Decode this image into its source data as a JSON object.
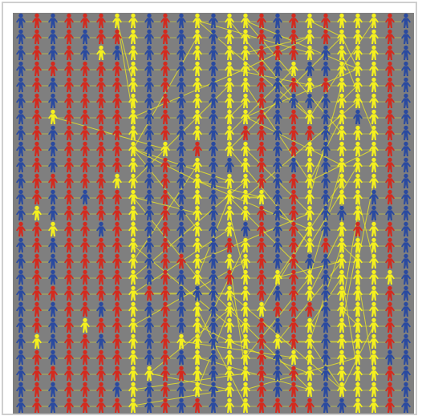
{
  "canvas": {
    "background": "#7f7f7f",
    "frame_color": "#cfcfcf"
  },
  "grid": {
    "columns": 25,
    "rows": 25
  },
  "palette": {
    "blue": "#2a4aa0",
    "red": "#d42a1e",
    "yellow": "#f4f01e"
  },
  "tie_color": "#f4f01e",
  "column_pattern": [
    "blue",
    "red",
    "blue",
    "red",
    "red",
    "red",
    "red",
    "yellow",
    "blue",
    "red",
    "blue",
    "yellow",
    "blue",
    "yellow",
    "yellow",
    "red",
    "blue",
    "red",
    "yellow",
    "blue",
    "yellow",
    "yellow",
    "yellow",
    "red",
    "blue"
  ],
  "person_icon": "person-icon"
}
